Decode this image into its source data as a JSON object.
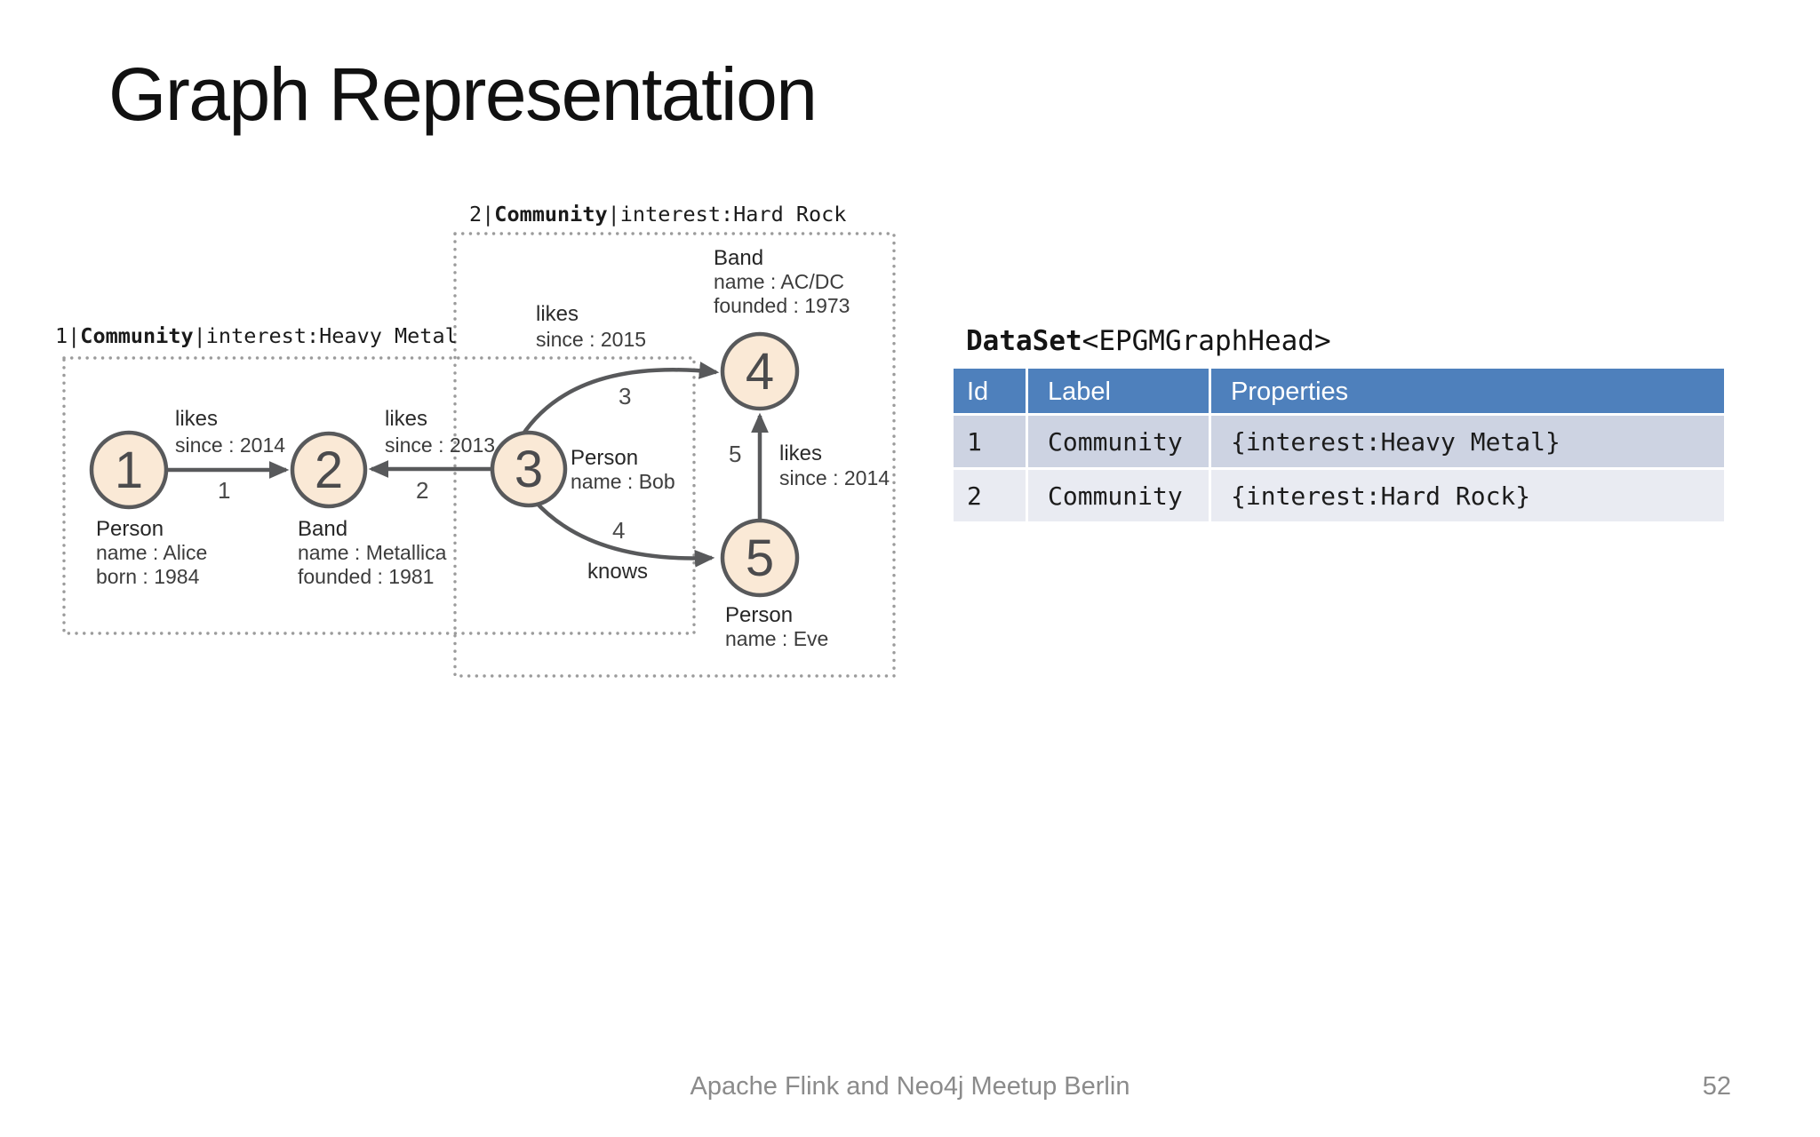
{
  "slide": {
    "title": "Graph Representation",
    "footer_text": "Apache Flink and Neo4j Meetup Berlin",
    "page_number": "52"
  },
  "graph": {
    "communities": [
      {
        "id": "1",
        "label": "Community",
        "interest": "Heavy Metal",
        "caption_pre": "1|",
        "caption_bold": "Community",
        "caption_post": "|interest:Heavy Metal"
      },
      {
        "id": "2",
        "label": "Community",
        "interest": "Hard Rock",
        "caption_pre": "2|",
        "caption_bold": "Community",
        "caption_post": "|interest:Hard Rock"
      }
    ],
    "nodes": [
      {
        "id": "1",
        "type": "Person",
        "prop1": "name : Alice",
        "prop2": "born : 1984"
      },
      {
        "id": "2",
        "type": "Band",
        "prop1": "name : Metallica",
        "prop2": "founded : 1981"
      },
      {
        "id": "3",
        "type": "Person",
        "prop1": "name : Bob"
      },
      {
        "id": "4",
        "type": "Band",
        "prop1": "name : AC/DC",
        "prop2": "founded : 1973"
      },
      {
        "id": "5",
        "type": "Person",
        "prop1": "name : Eve"
      }
    ],
    "edges": [
      {
        "id": "1",
        "label": "likes",
        "property": "since : 2014",
        "source": "1",
        "target": "2"
      },
      {
        "id": "2",
        "label": "likes",
        "property": "since : 2013",
        "source": "3",
        "target": "2"
      },
      {
        "id": "3",
        "label": "likes",
        "property": "since : 2015",
        "source": "3",
        "target": "4"
      },
      {
        "id": "4",
        "label": "knows",
        "source": "3",
        "target": "5"
      },
      {
        "id": "5",
        "label": "likes",
        "property": "since : 2014",
        "source": "5",
        "target": "4"
      }
    ]
  },
  "dataset_table": {
    "title_bold": "DataSet",
    "title_rest": "<EPGMGraphHead>",
    "columns": [
      "Id",
      "Label",
      "Properties"
    ],
    "rows": [
      [
        "1",
        "Community",
        "{interest:Heavy Metal}"
      ],
      [
        "2",
        "Community",
        "{interest:Hard Rock}"
      ]
    ]
  },
  "colors": {
    "node_fill": "#FAE9D6",
    "node_stroke": "#58595B",
    "edge_stroke": "#58595B",
    "community_border": "#9B9B9B",
    "table_header_bg": "#4E80BC",
    "table_row_odd_bg": "#CDD3E2",
    "table_row_even_bg": "#E9EBF2",
    "footer_gray": "#8B8B8B"
  }
}
